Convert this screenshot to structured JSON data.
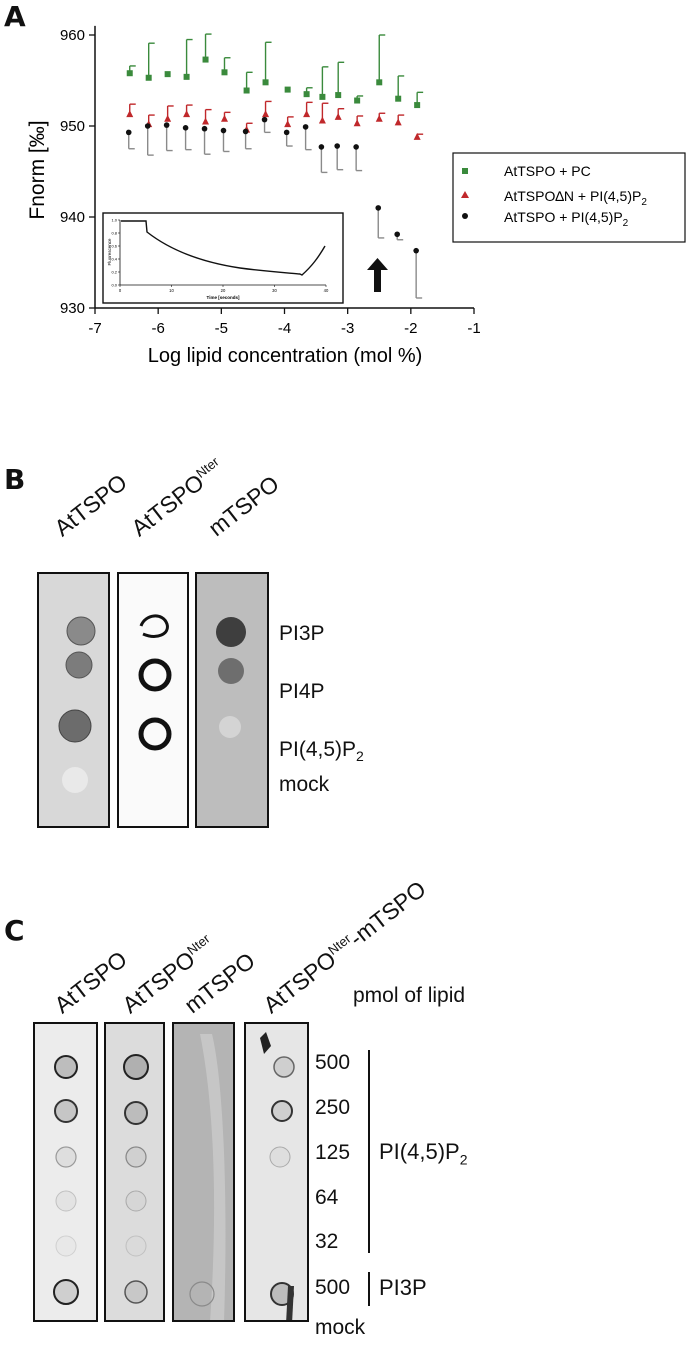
{
  "panels": {
    "a": {
      "letter": "A"
    },
    "b": {
      "letter": "B"
    },
    "c": {
      "letter": "C"
    }
  },
  "chart_data": {
    "type": "scatter",
    "xlabel": "Log lipid concentration (mol %)",
    "ylabel": "Fnorm [‰]",
    "xlim": [
      -7,
      -1
    ],
    "ylim": [
      930,
      961
    ],
    "xticks": [
      "-7",
      "-6",
      "-5",
      "-4",
      "-3",
      "-2",
      "-1"
    ],
    "yticks": [
      "960",
      "950",
      "940",
      "930"
    ],
    "legend_position": "right",
    "series": [
      {
        "name": "AtTSPO + PC",
        "color": "#3a8a3c",
        "marker": "square",
        "x": [
          -6.45,
          -6.15,
          -5.85,
          -5.55,
          -5.25,
          -4.95,
          -4.6,
          -4.3,
          -3.95,
          -3.65,
          -3.4,
          -3.15,
          -2.85,
          -2.5,
          -2.2,
          -1.9
        ],
        "y": [
          955.8,
          955.3,
          955.7,
          955.4,
          957.3,
          955.9,
          953.9,
          954.8,
          954.0,
          953.5,
          953.2,
          953.4,
          952.8,
          954.8,
          953.0,
          952.3
        ],
        "err": [
          0.8,
          3.8,
          0,
          4.1,
          2.8,
          1.6,
          2.0,
          4.4,
          0,
          0.7,
          3.3,
          3.6,
          0.5,
          5.2,
          2.5,
          1.4
        ]
      },
      {
        "name": "AtTSPO∆N + PI(4,5)P2",
        "color": "#c0282b",
        "marker": "triangle",
        "x": [
          -6.45,
          -6.15,
          -5.85,
          -5.55,
          -5.25,
          -4.95,
          -4.6,
          -4.3,
          -3.95,
          -3.65,
          -3.4,
          -3.15,
          -2.85,
          -2.5,
          -2.2,
          -1.9
        ],
        "y": [
          951.3,
          950.2,
          950.8,
          951.3,
          950.5,
          950.8,
          949.6,
          951.3,
          950.2,
          951.3,
          950.6,
          951.0,
          950.3,
          950.8,
          950.4,
          948.8
        ],
        "err": [
          1.1,
          1.0,
          1.4,
          1.0,
          1.3,
          0.7,
          0.7,
          1.4,
          0.8,
          1.3,
          1.9,
          0.9,
          0.8,
          0.6,
          0.8,
          0.3
        ]
      },
      {
        "name": "AtTSPO + PI(4,5)P2",
        "color": "#111111",
        "marker": "circle",
        "x": [
          -6.45,
          -6.15,
          -5.85,
          -5.55,
          -5.25,
          -4.95,
          -4.6,
          -4.3,
          -3.95,
          -3.65,
          -3.4,
          -3.15,
          -2.85,
          -2.5,
          -2.2,
          -1.9
        ],
        "y": [
          949.3,
          950.0,
          950.1,
          949.8,
          949.7,
          949.5,
          949.4,
          950.7,
          949.3,
          949.9,
          947.7,
          947.8,
          947.7,
          941.0,
          938.1,
          936.3
        ],
        "err": [
          1.8,
          3.2,
          2.8,
          2.4,
          2.8,
          2.3,
          1.9,
          1.4,
          1.5,
          2.5,
          2.8,
          2.6,
          2.6,
          3.3,
          0.6,
          5.2
        ]
      }
    ],
    "inset": {
      "ylabel": "Fluorescence",
      "xlabel": "Time [seconds]",
      "xticks": [
        "0",
        "10",
        "20",
        "30",
        "40"
      ],
      "yticks": [
        "1.0",
        "0.8",
        "0.6",
        "0.4",
        "0.2",
        "0.0"
      ],
      "xlim": [
        0,
        40
      ],
      "ylim": [
        0,
        1.0
      ]
    },
    "annotation": "arrow"
  },
  "blot_b": {
    "columns": [
      "AtTSPO",
      "AtTSPO",
      "mTSPO"
    ],
    "column_superscripts": [
      "",
      "Nter",
      ""
    ],
    "rows": [
      "PI3P",
      "PI4P",
      "PI(4,5)P",
      "mock"
    ],
    "row_subscripts": [
      "",
      "",
      "2",
      ""
    ]
  },
  "blot_c": {
    "columns": [
      "AtTSPO",
      "AtTSPO",
      "mTSPO",
      "AtTSPO"
    ],
    "column_superscripts": [
      "",
      "Nter",
      "",
      "Nter"
    ],
    "column_suffix": [
      "",
      "",
      "",
      "-mTSPO"
    ],
    "header": "pmol of lipid",
    "amounts": [
      "500",
      "250",
      "125",
      "64",
      "32",
      "500",
      "mock"
    ],
    "group1": "PI(4,5)P",
    "group1_sub": "2",
    "group2": "PI3P"
  }
}
